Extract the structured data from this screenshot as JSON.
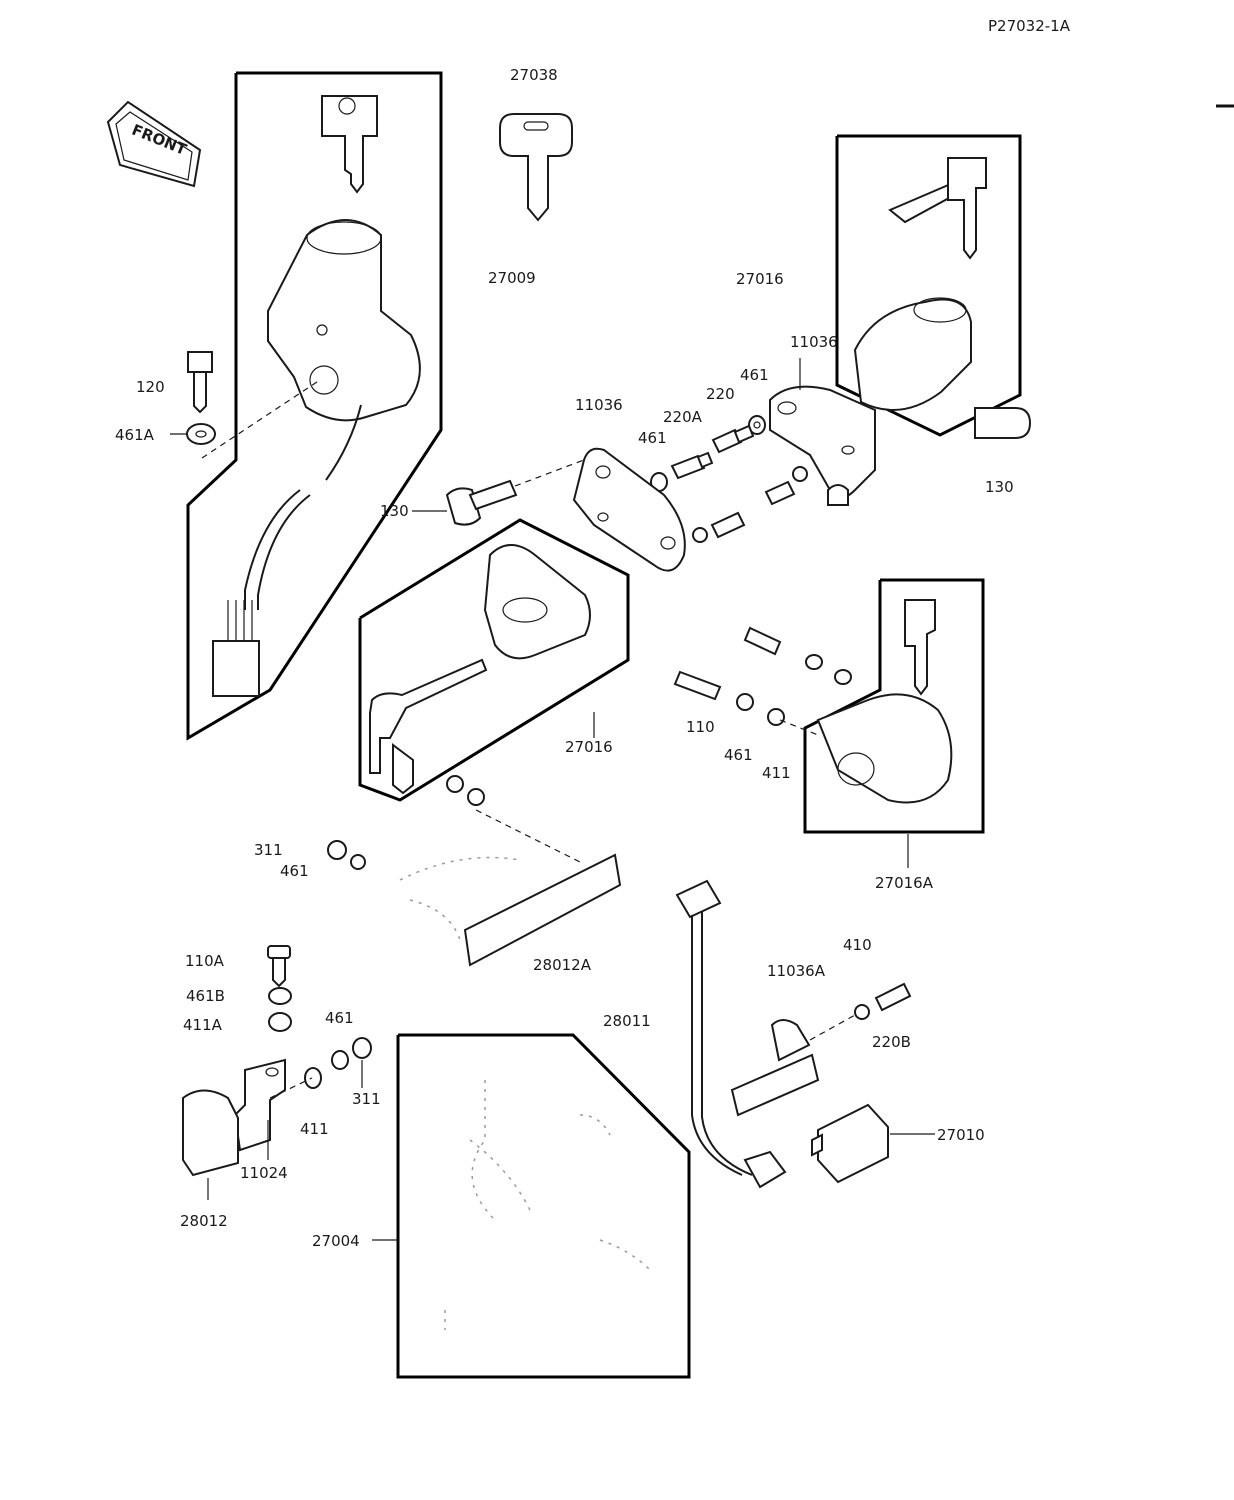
{
  "page_code": "P27032-1A",
  "front_label": "FRONT",
  "labels": {
    "p27038": "27038",
    "p27009": "27009",
    "p27016_top": "27016",
    "p11036_right": "11036",
    "p461_top": "461",
    "p220": "220",
    "p220A": "220A",
    "p11036_mid": "11036",
    "p461_mid": "461",
    "p120": "120",
    "p461A": "461A",
    "p130_left": "130",
    "p130_right": "130",
    "p27016_center": "27016",
    "p110": "110",
    "p461_right": "461",
    "p411_right": "411",
    "p27016A": "27016A",
    "p311_left": "311",
    "p461_left": "461",
    "p28012A": "28012A",
    "p410": "410",
    "p11036A": "11036A",
    "p110A": "110A",
    "p461B": "461B",
    "p411A": "411A",
    "p461_low": "461",
    "p28011": "28011",
    "p220B": "220B",
    "p311_low": "311",
    "p411_low": "411",
    "p27010": "27010",
    "p11024": "11024",
    "p28012": "28012",
    "p27004": "27004"
  }
}
